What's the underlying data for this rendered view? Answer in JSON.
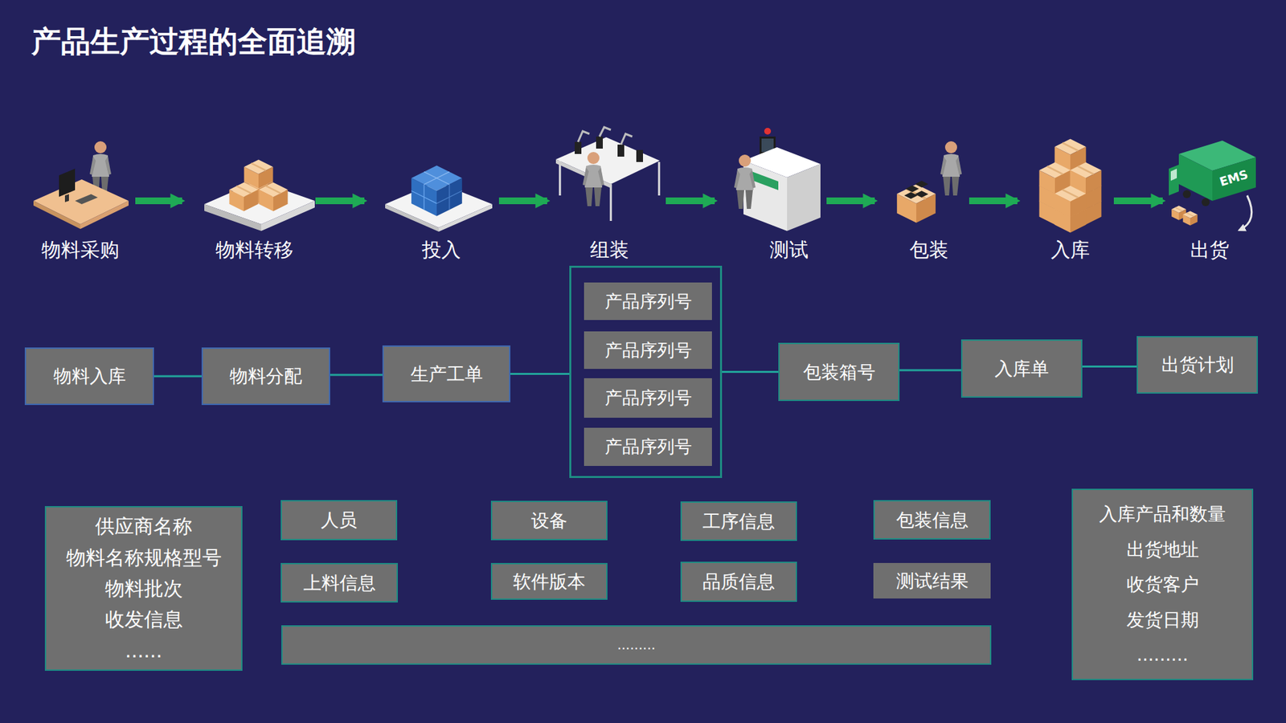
{
  "diagram": {
    "title": "产品生产过程的全面追溯",
    "nodes": [
      {
        "text": [
          "物料入库"
        ]
      },
      {
        "text": [
          "物料分配"
        ]
      },
      {
        "text": [
          "生产工单"
        ]
      },
      {
        "text": []
      },
      {
        "text": [
          "产品序列号"
        ],
        "in": 3
      },
      {
        "text": [
          "产品序列号"
        ],
        "in": 3
      },
      {
        "text": [
          "产品序列号"
        ],
        "in": 3
      },
      {
        "text": [
          "产品序列号"
        ],
        "in": 3
      },
      {
        "text": [
          "包装箱号"
        ]
      },
      {
        "text": [
          "入库单"
        ]
      },
      {
        "text": [
          "出货计划"
        ]
      },
      {
        "text": [
          "供应商名称",
          "物料名称规格型号",
          "物料批次",
          "收发信息",
          "......"
        ]
      },
      {
        "text": [
          "人员"
        ]
      },
      {
        "text": [
          "上料信息"
        ]
      },
      {
        "text": [
          "设备"
        ]
      },
      {
        "text": [
          "软件版本"
        ]
      },
      {
        "text": [
          "工序信息"
        ]
      },
      {
        "text": [
          "品质信息"
        ]
      },
      {
        "text": [
          "包装信息"
        ]
      },
      {
        "text": [
          "测试结果"
        ]
      },
      {
        "text": [
          "........."
        ]
      },
      {
        "text": [
          "入库产品和数量",
          "出货地址",
          "收货客户",
          "发货日期",
          "........."
        ]
      }
    ],
    "edges": [
      {
        "from": 0,
        "to": 1,
        "arrow": "none"
      },
      {
        "from": 1,
        "to": 2,
        "arrow": "none"
      },
      {
        "from": 2,
        "to": 3,
        "arrow": "none"
      },
      {
        "from": 3,
        "to": 8,
        "arrow": "none"
      },
      {
        "from": 8,
        "to": 9,
        "arrow": "none"
      },
      {
        "from": 9,
        "to": 10,
        "arrow": "none"
      }
    ],
    "labels": [
      "物料采购",
      "物料转移",
      "投入",
      "组装",
      "测试",
      "包装",
      "入库",
      "出货",
      "EMS"
    ]
  }
}
